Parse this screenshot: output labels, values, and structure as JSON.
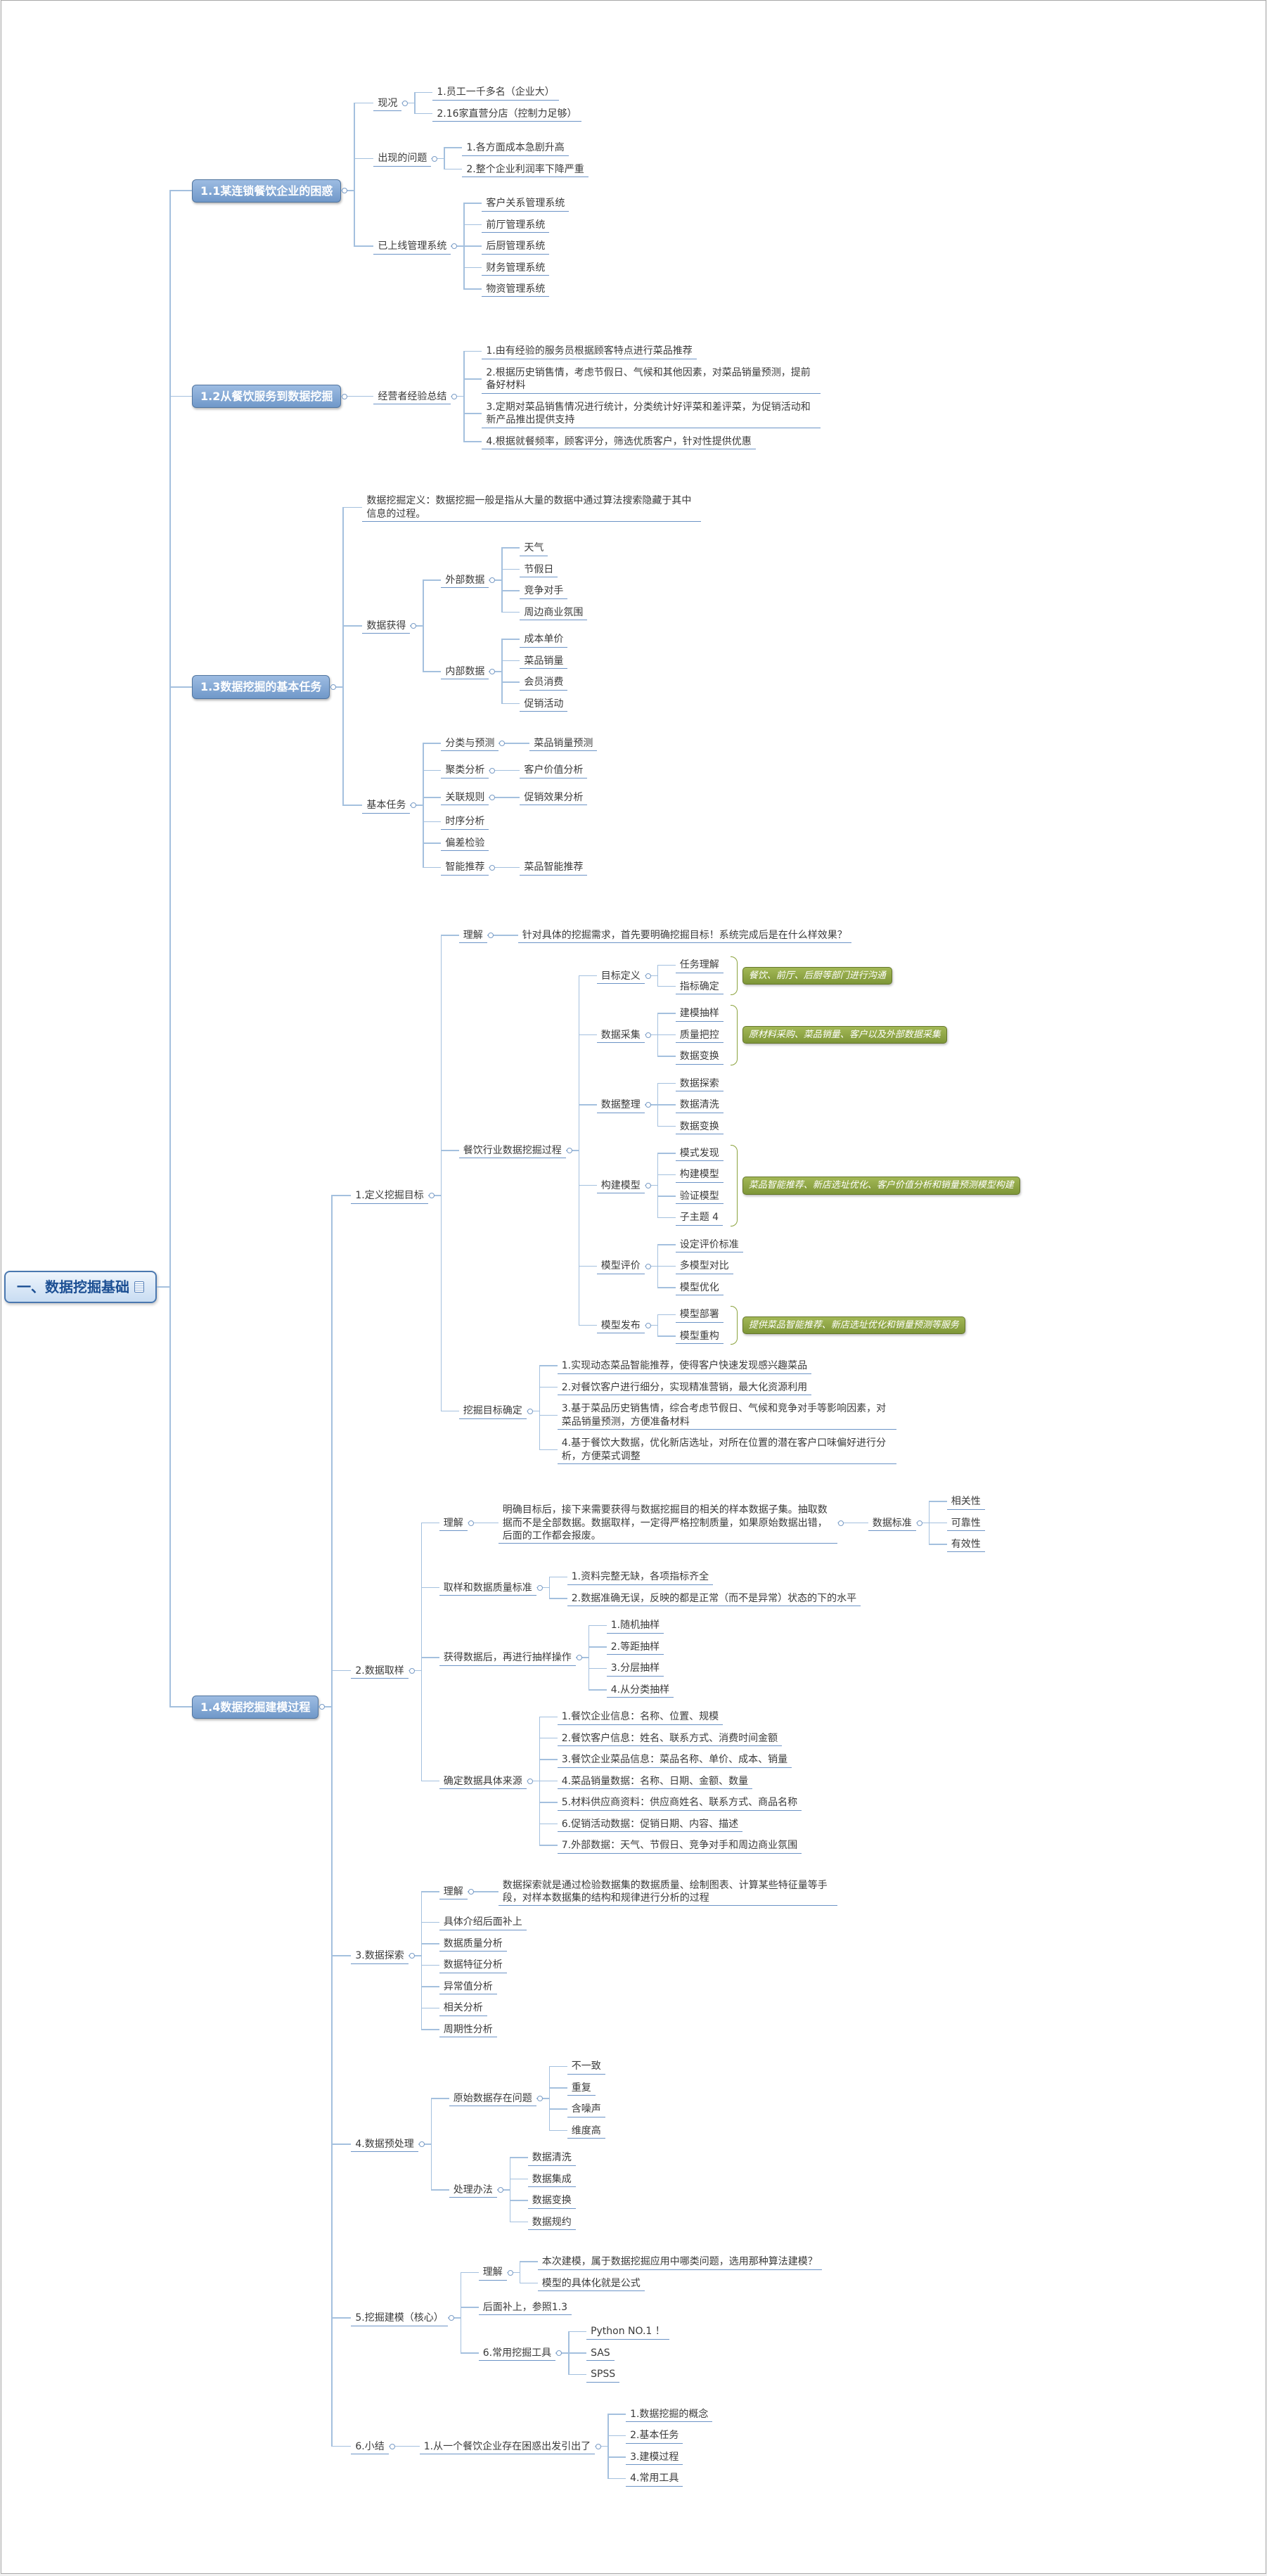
{
  "meta": {
    "title": "一、数据挖掘基础"
  },
  "colors": {
    "connector": "#a4c0de",
    "underline": "#6b93c6",
    "main_topic_fill": "#7098c9",
    "root_border": "#4a78b0",
    "root_text": "#1c4f93",
    "summary_fill": "#7e9638"
  },
  "mindmap": {
    "t": "一、数据挖掘基础",
    "s": "root",
    "icon": "notes-icon",
    "c": [
      {
        "t": "1.1某连锁餐饮企业的困惑",
        "s": "main",
        "c": [
          {
            "t": "现况",
            "c": [
              {
                "t": "1.员工一千多名（企业大）"
              },
              {
                "t": "2.16家直营分店（控制力足够）"
              }
            ]
          },
          {
            "t": "出现的问题",
            "c": [
              {
                "t": "1.各方面成本急剧升高"
              },
              {
                "t": "2.整个企业利润率下降严重"
              }
            ]
          },
          {
            "t": "已上线管理系统",
            "c": [
              {
                "t": "客户关系管理系统"
              },
              {
                "t": "前厅管理系统"
              },
              {
                "t": "后厨管理系统"
              },
              {
                "t": "财务管理系统"
              },
              {
                "t": "物资管理系统"
              }
            ]
          }
        ]
      },
      {
        "t": "1.2从餐饮服务到数据挖掘",
        "s": "main",
        "c": [
          {
            "t": "经营者经验总结",
            "c": [
              {
                "t": "1.由有经验的服务员根据顾客特点进行菜品推荐"
              },
              {
                "t": "2.根据历史销售情，考虑节假日、气候和其他因素，对菜品销量预测，提前备好材料"
              },
              {
                "t": "3.定期对菜品销售情况进行统计，分类统计好评菜和差评菜，为促销活动和新产品推出提供支持"
              },
              {
                "t": "4.根据就餐频率，顾客评分，筛选优质客户，针对性提供优惠"
              }
            ]
          }
        ]
      },
      {
        "t": "1.3数据挖掘的基本任务",
        "s": "main",
        "c": [
          {
            "t": "数据挖掘定义：数据挖掘一般是指从大量的数据中通过算法搜索隐藏于其中信息的过程。"
          },
          {
            "t": "数据获得",
            "c": [
              {
                "t": "外部数据",
                "c": [
                  {
                    "t": "天气"
                  },
                  {
                    "t": "节假日"
                  },
                  {
                    "t": "竞争对手"
                  },
                  {
                    "t": "周边商业氛围"
                  }
                ]
              },
              {
                "t": "内部数据",
                "c": [
                  {
                    "t": "成本单价"
                  },
                  {
                    "t": "菜品销量"
                  },
                  {
                    "t": "会员消费"
                  },
                  {
                    "t": "促销活动"
                  }
                ]
              }
            ]
          },
          {
            "t": "基本任务",
            "c": [
              {
                "t": "分类与预测",
                "c": [
                  {
                    "t": "菜品销量预测"
                  }
                ]
              },
              {
                "t": "聚类分析",
                "c": [
                  {
                    "t": "客户价值分析"
                  }
                ]
              },
              {
                "t": "关联规则",
                "c": [
                  {
                    "t": "促销效果分析"
                  }
                ]
              },
              {
                "t": "时序分析"
              },
              {
                "t": "偏差检验"
              },
              {
                "t": "智能推荐",
                "c": [
                  {
                    "t": "菜品智能推荐"
                  }
                ]
              }
            ]
          }
        ]
      },
      {
        "t": "1.4数据挖掘建模过程",
        "s": "main",
        "c": [
          {
            "t": "1.定义挖掘目标",
            "c": [
              {
                "t": "理解",
                "c": [
                  {
                    "t": "针对具体的挖掘需求，首先要明确挖掘目标！系统完成后是在什么样效果？"
                  }
                ]
              },
              {
                "t": "餐饮行业数据挖掘过程",
                "c": [
                  {
                    "t": "目标定义",
                    "c": [
                      {
                        "t": "任务理解"
                      },
                      {
                        "t": "指标确定"
                      }
                    ],
                    "sum": {
                      "t": "餐饮、前厅、后厨等部门进行沟通",
                      "s": "green"
                    }
                  },
                  {
                    "t": "数据采集",
                    "c": [
                      {
                        "t": "建模抽样"
                      },
                      {
                        "t": "质量把控"
                      },
                      {
                        "t": "数据变换"
                      }
                    ],
                    "sum": {
                      "t": "原材料采购、菜品销量、客户以及外部数据采集",
                      "s": "green"
                    }
                  },
                  {
                    "t": "数据整理",
                    "c": [
                      {
                        "t": "数据探索"
                      },
                      {
                        "t": "数据清洗"
                      },
                      {
                        "t": "数据变换"
                      }
                    ]
                  },
                  {
                    "t": "构建模型",
                    "c": [
                      {
                        "t": "模式发现"
                      },
                      {
                        "t": "构建模型"
                      },
                      {
                        "t": "验证模型"
                      },
                      {
                        "t": "子主题 4"
                      }
                    ],
                    "sum": {
                      "t": "菜品智能推荐、新店选址优化、客户价值分析和销量预测模型构建",
                      "s": "green"
                    }
                  },
                  {
                    "t": "模型评价",
                    "c": [
                      {
                        "t": "设定评价标准"
                      },
                      {
                        "t": "多模型对比"
                      },
                      {
                        "t": "模型优化"
                      }
                    ]
                  },
                  {
                    "t": "模型发布",
                    "c": [
                      {
                        "t": "模型部署"
                      },
                      {
                        "t": "模型重构"
                      }
                    ],
                    "sum": {
                      "t": "提供菜品智能推荐、新店选址优化和销量预测等服务",
                      "s": "green"
                    }
                  }
                ]
              },
              {
                "t": "挖掘目标确定",
                "c": [
                  {
                    "t": "1.实现动态菜品智能推荐，使得客户快速发现感兴趣菜品"
                  },
                  {
                    "t": "2.对餐饮客户进行细分，实现精准营销，最大化资源利用"
                  },
                  {
                    "t": "3.基于菜品历史销售情，综合考虑节假日、气候和竞争对手等影响因素，对菜品销量预测，方便准备材料"
                  },
                  {
                    "t": "4.基于餐饮大数据，优化新店选址，对所在位置的潜在客户口味偏好进行分析，方便菜式调整"
                  }
                ]
              }
            ]
          },
          {
            "t": "2.数据取样",
            "c": [
              {
                "t": "理解",
                "c": [
                  {
                    "t": "明确目标后，接下来需要获得与数据挖掘目的相关的样本数据子集。抽取数据而不是全部数据。数据取样，一定得严格控制质量，如果原始数据出错，后面的工作都会报废。",
                    "c": [
                      {
                        "t": "数据标准",
                        "c": [
                          {
                            "t": "相关性"
                          },
                          {
                            "t": "可靠性"
                          },
                          {
                            "t": "有效性"
                          }
                        ]
                      }
                    ]
                  }
                ]
              },
              {
                "t": "取样和数据质量标准",
                "c": [
                  {
                    "t": "1.资料完整无缺，各项指标齐全"
                  },
                  {
                    "t": "2.数据准确无误，反映的都是正常（而不是异常）状态的下的水平"
                  }
                ]
              },
              {
                "t": "获得数据后，再进行抽样操作",
                "c": [
                  {
                    "t": "1.随机抽样"
                  },
                  {
                    "t": "2.等距抽样"
                  },
                  {
                    "t": "3.分层抽样"
                  },
                  {
                    "t": "4.从分类抽样"
                  }
                ]
              },
              {
                "t": "确定数据具体来源",
                "c": [
                  {
                    "t": "1.餐饮企业信息：名称、位置、规模"
                  },
                  {
                    "t": "2.餐饮客户信息：姓名、联系方式、消费时间金额"
                  },
                  {
                    "t": "3.餐饮企业菜品信息：菜品名称、单价、成本、销量"
                  },
                  {
                    "t": "4.菜品销量数据：名称、日期、金额、数量"
                  },
                  {
                    "t": "5.材料供应商资料：供应商姓名、联系方式、商品名称"
                  },
                  {
                    "t": "6.促销活动数据：促销日期、内容、描述"
                  },
                  {
                    "t": "7.外部数据：天气、节假日、竞争对手和周边商业氛围"
                  }
                ]
              }
            ]
          },
          {
            "t": "3.数据探索",
            "c": [
              {
                "t": "理解",
                "c": [
                  {
                    "t": "数据探索就是通过检验数据集的数据质量、绘制图表、计算某些特征量等手段，对样本数据集的结构和规律进行分析的过程"
                  }
                ]
              },
              {
                "t": "具体介绍后面补上"
              },
              {
                "t": "数据质量分析"
              },
              {
                "t": "数据特征分析"
              },
              {
                "t": "异常值分析"
              },
              {
                "t": "相关分析"
              },
              {
                "t": "周期性分析"
              }
            ]
          },
          {
            "t": "4.数据预处理",
            "c": [
              {
                "t": "原始数据存在问题",
                "c": [
                  {
                    "t": "不一致"
                  },
                  {
                    "t": "重复"
                  },
                  {
                    "t": "含噪声"
                  },
                  {
                    "t": "维度高"
                  }
                ]
              },
              {
                "t": "处理办法",
                "c": [
                  {
                    "t": "数据清洗"
                  },
                  {
                    "t": "数据集成"
                  },
                  {
                    "t": "数据变换"
                  },
                  {
                    "t": "数据规约"
                  }
                ]
              }
            ]
          },
          {
            "t": "5.挖掘建模（核心）",
            "c": [
              {
                "t": "理解",
                "c": [
                  {
                    "t": "本次建模，属于数据挖掘应用中哪类问题，选用那种算法建模？"
                  },
                  {
                    "t": "模型的具体化就是公式"
                  }
                ]
              },
              {
                "t": "后面补上，参照1.3"
              },
              {
                "t": "6.常用挖掘工具",
                "c": [
                  {
                    "t": "Python NO.1 ！"
                  },
                  {
                    "t": "SAS"
                  },
                  {
                    "t": "SPSS"
                  }
                ]
              }
            ]
          },
          {
            "t": "6.小结",
            "c": [
              {
                "t": "1.从一个餐饮企业存在困惑出发引出了",
                "c": [
                  {
                    "t": "1.数据挖掘的概念"
                  },
                  {
                    "t": "2.基本任务"
                  },
                  {
                    "t": "3.建模过程"
                  },
                  {
                    "t": "4.常用工具"
                  }
                ]
              }
            ]
          }
        ]
      }
    ]
  }
}
